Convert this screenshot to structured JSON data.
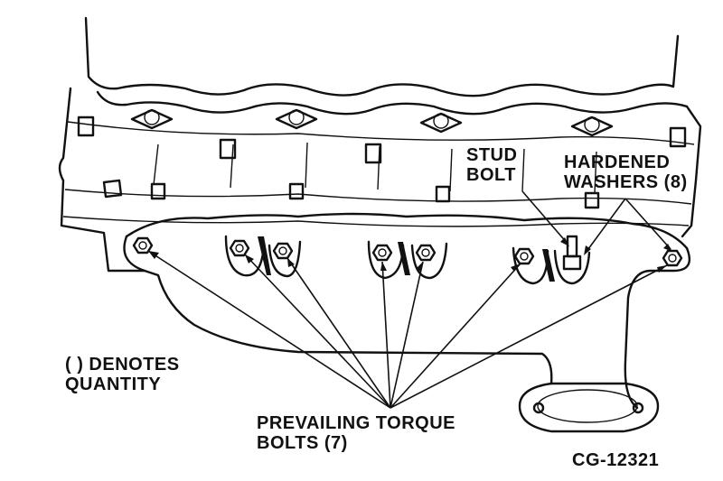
{
  "labels": {
    "stud_bolt_line1": "STUD",
    "stud_bolt_line2": "BOLT",
    "hardened_washers_line1": "HARDENED",
    "hardened_washers_line2": "WASHERS (8)",
    "denotes_line1": "( ) DENOTES",
    "denotes_line2": "QUANTITY",
    "prevailing_line1": "PREVAILING TORQUE",
    "prevailing_line2": "BOLTS (7)",
    "figure_code": "CG-12321"
  }
}
